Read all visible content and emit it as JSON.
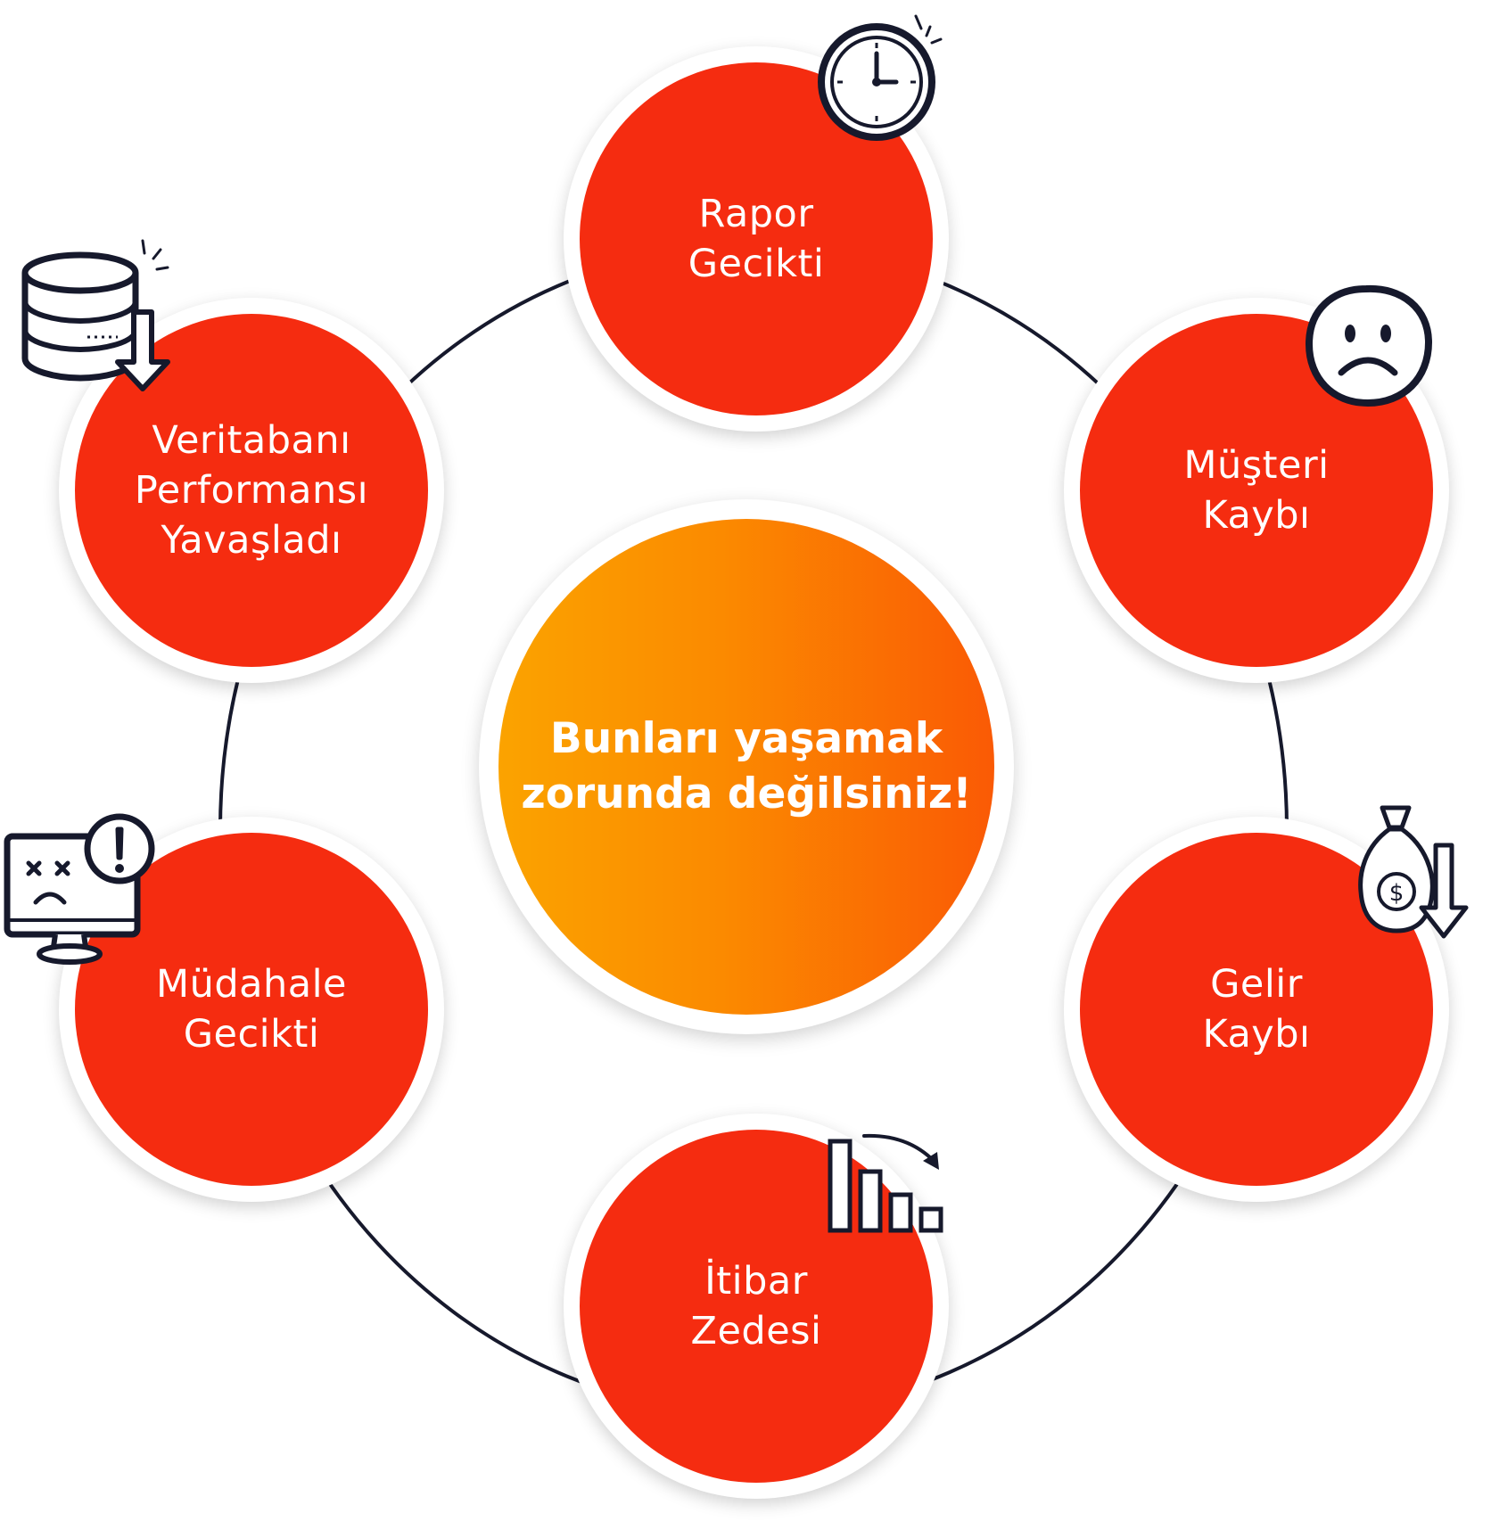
{
  "center": {
    "label": "Bunları yaşamak\nzorunda değilsiniz!"
  },
  "nodes": [
    {
      "id": "rapor",
      "label": "Rapor\nGecikti",
      "icon": "clock-icon"
    },
    {
      "id": "musteri",
      "label": "Müşteri\nKaybı",
      "icon": "sad-face-icon"
    },
    {
      "id": "gelir",
      "label": "Gelir\nKaybı",
      "icon": "money-bag-down-icon"
    },
    {
      "id": "itibar",
      "label": "İtibar\nZedesi",
      "icon": "declining-chart-icon"
    },
    {
      "id": "mudahale",
      "label": "Müdahale\nGecikti",
      "icon": "broken-monitor-icon"
    },
    {
      "id": "veritabani",
      "label": "Veritabanı\nPerformansı\nYavaşladı",
      "icon": "database-down-icon"
    }
  ],
  "colors": {
    "node_fill": "#f52c10",
    "center_gradient_start": "#fba300",
    "center_gradient_end": "#fa5a05",
    "ring_line": "#16192c",
    "text": "#ffffff"
  }
}
